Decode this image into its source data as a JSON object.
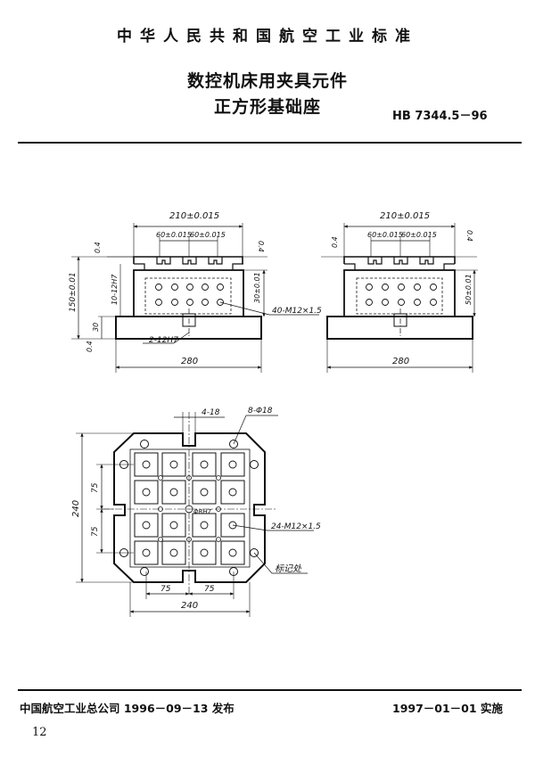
{
  "header": {
    "standard_name": "中华人民共和国航空工业标准",
    "title_line1": "数控机床用夹具元件",
    "title_line2": "正方形基础座",
    "standard_code": "HB 7344.5－96"
  },
  "drawing": {
    "front_view": {
      "dim_total_top": "210±0.015",
      "dim_slot_left": "60±0.015",
      "dim_slot_right": "60±0.015",
      "flatness_left": "0.4",
      "flatness_right": "0.4",
      "height_total": "150±0.01",
      "slot_width": "10-12H7",
      "height_block": "30±0.01",
      "thread_callout": "40-M12×1.5",
      "base_height": "30",
      "base_tolerance": "0.4",
      "bottom_slot": "2-12H7",
      "width": "280"
    },
    "side_view": {
      "dim_total_top": "210±0.015",
      "dim_slot_left": "60±0.015",
      "dim_slot_right": "60±0.015",
      "flatness_left": "0.4",
      "flatness_right": "0.4",
      "height_block": "50±0.01",
      "width": "280"
    },
    "plan_view": {
      "slot_callout": "4-18",
      "hole_callout": "8-Φ18",
      "height_total": "240",
      "pitch_v1": "75",
      "pitch_v2": "75",
      "center_mark": "ΦRH7",
      "thread_callout": "24-M12×1.5",
      "mark_callout": "标记处",
      "pitch_h1": "75",
      "pitch_h2": "75",
      "width_total": "240"
    }
  },
  "footer": {
    "issuer": "中国航空工业总公司 1996－09－13 发布",
    "effective": "1997－01－01 实施",
    "page_number": "12"
  }
}
